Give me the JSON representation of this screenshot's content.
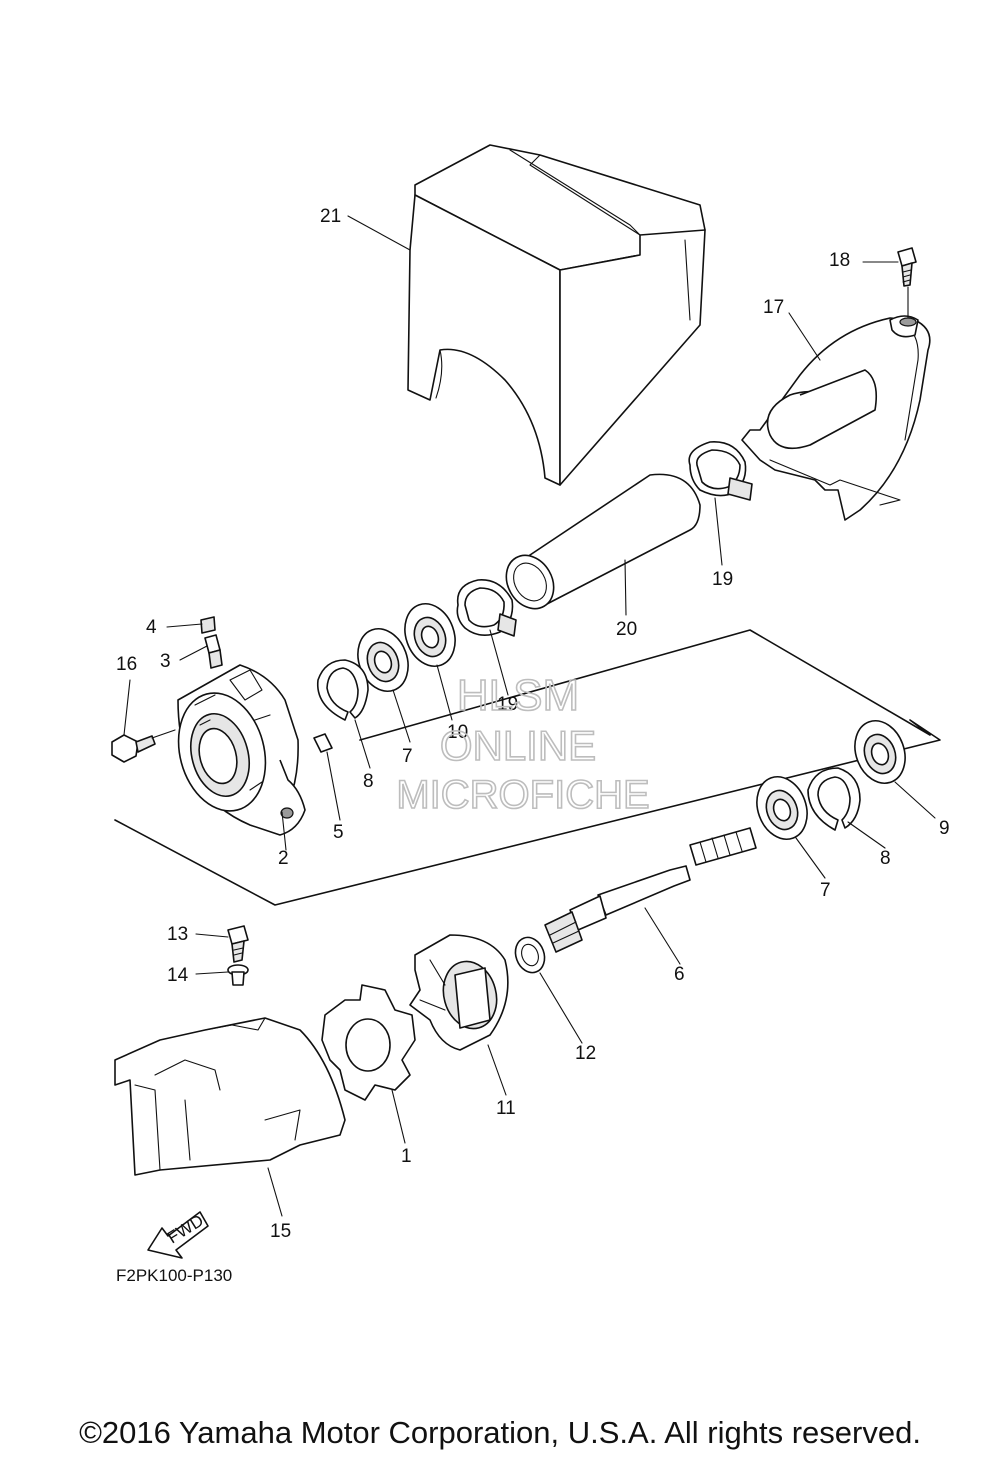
{
  "labels": {
    "p1": "1",
    "p2": "2",
    "p3": "3",
    "p4": "4",
    "p5": "5",
    "p6": "6",
    "p7a": "7",
    "p7b": "7",
    "p8a": "8",
    "p8b": "8",
    "p9": "9",
    "p10": "10",
    "p11": "11",
    "p12": "12",
    "p13": "13",
    "p14": "14",
    "p15": "15",
    "p16": "16",
    "p17": "17",
    "p18": "18",
    "p19a": "19",
    "p19b": "19",
    "p20": "20",
    "p21": "21"
  },
  "fwd_label": "FWD",
  "diagram_code": "F2PK100-P130",
  "watermark": {
    "line1": "HLSM",
    "line2": "ONLINE",
    "line3": "MICROFICHE"
  },
  "copyright": "©2016 Yamaha Motor Corporation, U.S.A. All rights reserved."
}
